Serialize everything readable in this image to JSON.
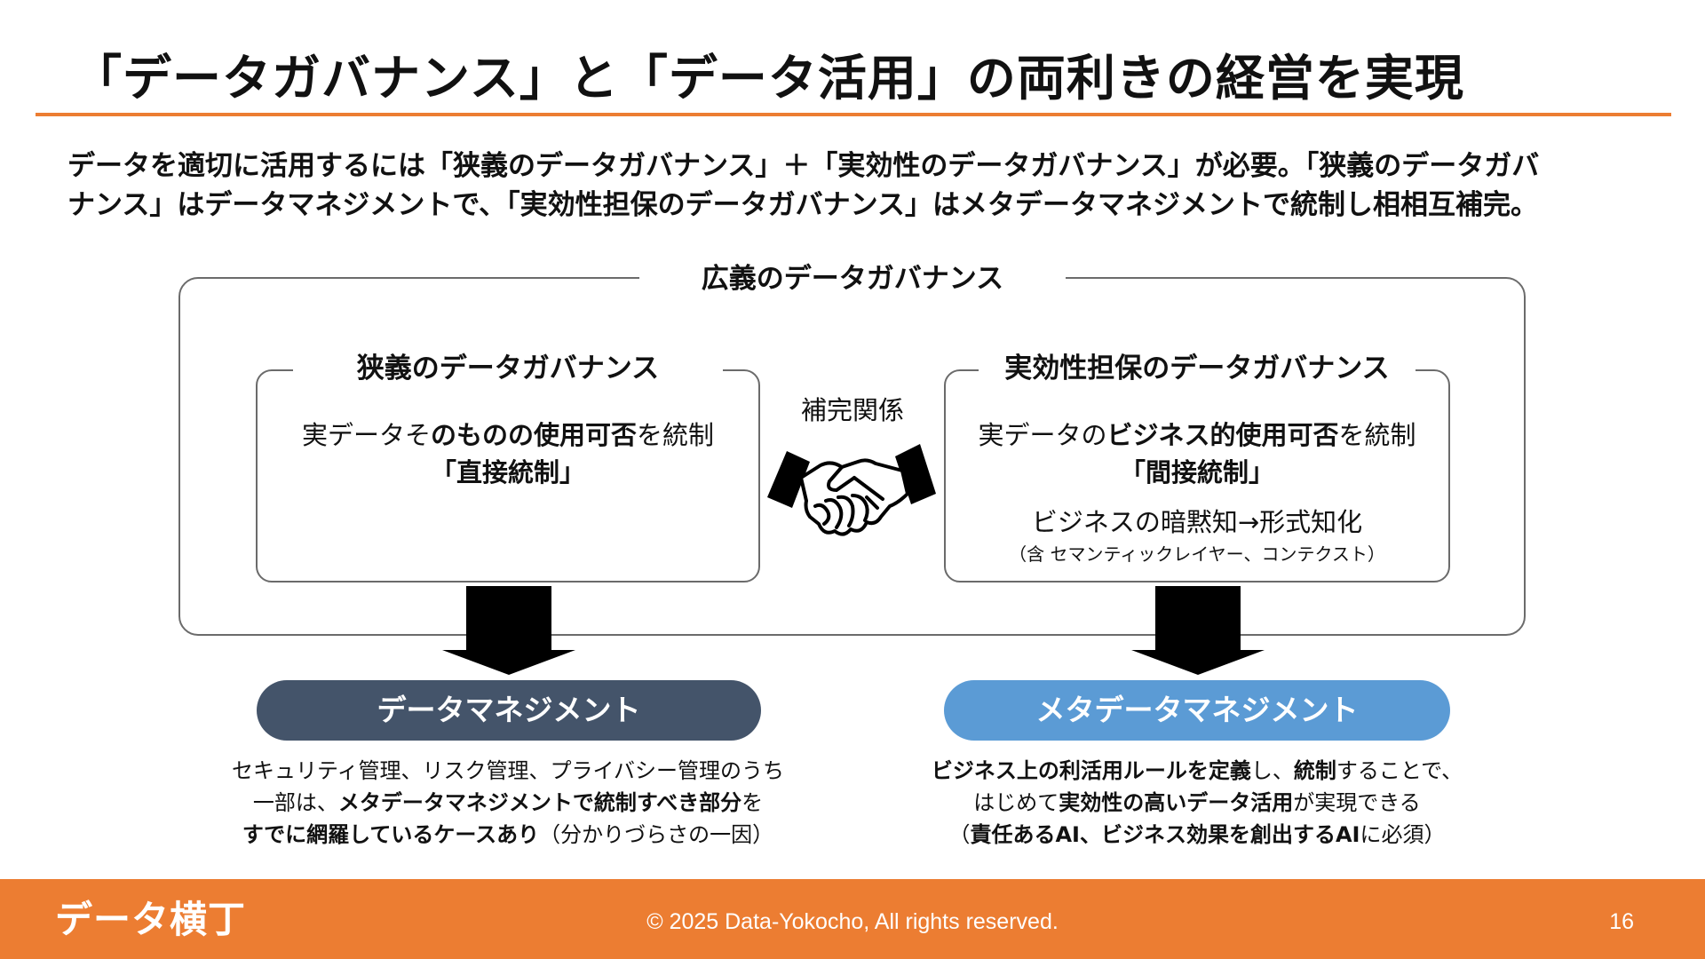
{
  "title": "「データガバナンス」と「データ活用」の両利きの経営を実現",
  "lead": {
    "line1": "データを適切に活用するには「狭義のデータガバナンス」＋「実効性のデータガバナンス」が必要。「狭義のデータガバ",
    "line2": "ナンス」はデータマネジメントで、「実効性担保のデータガバナンス」はメタデータマネジメントで統制し相相互補完。"
  },
  "outer_label": "広義のデータガバナンス",
  "left_box": {
    "label": "狭義のデータガバナンス",
    "line1_a": "実データそ",
    "line1_b": "のものの使用可否",
    "line1_c": "を統制",
    "line2": "「直接統制」"
  },
  "right_box": {
    "label": "実効性担保のデータガバナンス",
    "line1_a": "実データの",
    "line1_b": "ビジネス的使用可否",
    "line1_c": "を統制",
    "line2": "「間接統制」",
    "line3": "ビジネスの暗黙知→形式知化",
    "note": "（含 セマンティックレイヤー、コンテクスト）"
  },
  "relation_label": "補完関係",
  "relation_icon": "handshake-icon",
  "left_pill": "データマネジメント",
  "right_pill": "メタデータマネジメント",
  "left_desc": {
    "line1": "セキュリティ管理、リスク管理、プライバシー管理のうち",
    "line2_a": "一部は、",
    "line2_b": "メタデータマネジメントで統制すべき部分",
    "line2_c": "を",
    "line3_a": "すでに網羅しているケースあり",
    "line3_b": "（分かりづらさの一因）"
  },
  "right_desc": {
    "line1_a": "ビジネス上の利活用ルールを定義",
    "line1_b": "し、",
    "line1_c": "統制",
    "line1_d": "することで、",
    "line2_a": "はじめて",
    "line2_b": "実効性の高いデータ活用",
    "line2_c": "が実現できる",
    "line3_a": "（",
    "line3_b": "責任あるAI、ビジネス効果を創出するAI",
    "line3_c": "に必須）"
  },
  "footer": {
    "logo": "データ横丁",
    "copyright": "© 2025 Data-Yokocho, All rights reserved.",
    "page": "16"
  },
  "colors": {
    "accent": "#ec7d32",
    "pill_left": "#44546a",
    "pill_right": "#5b9bd5",
    "border": "#6b6b6b"
  }
}
